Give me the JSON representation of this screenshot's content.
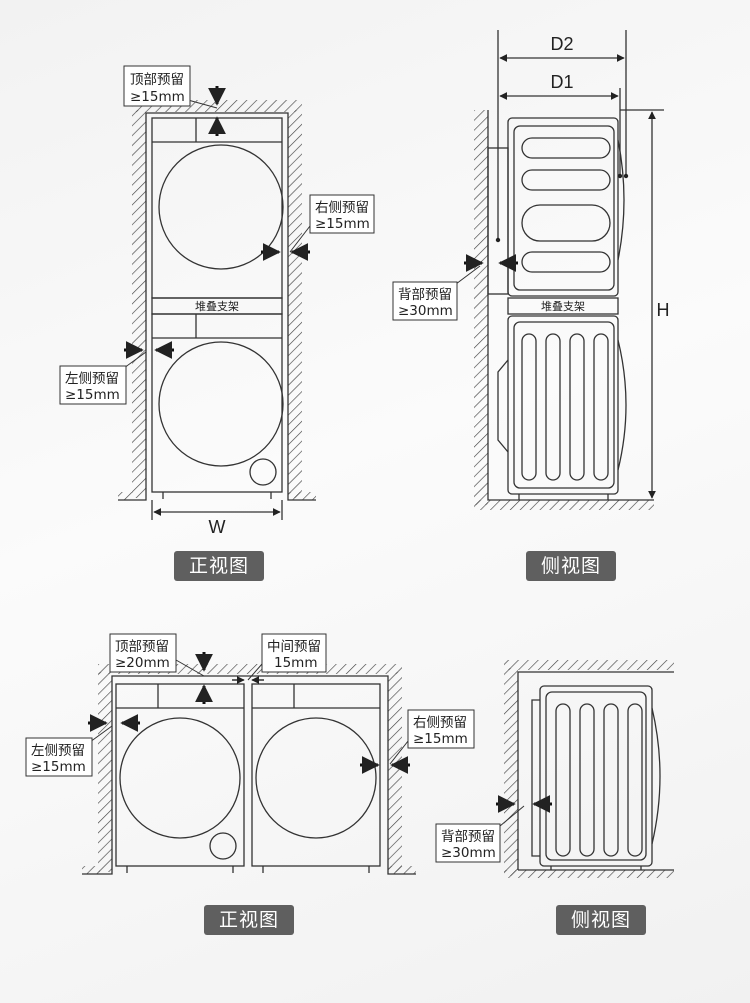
{
  "top_left": {
    "label_top": "顶部预留",
    "value_top": "≥15mm",
    "label_right": "右侧预留",
    "value_right": "≥15mm",
    "label_left": "左侧预留",
    "value_left": "≥15mm",
    "stack_rack": "堆叠支架",
    "dim_w": "W",
    "caption": "正视图"
  },
  "top_right": {
    "dim_d2": "D2",
    "dim_d1": "D1",
    "dim_h": "H",
    "label_back": "背部预留",
    "value_back": "≥30mm",
    "stack_rack": "堆叠支架",
    "caption": "侧视图"
  },
  "bottom_left": {
    "label_top": "顶部预留",
    "value_top": "≥20mm",
    "label_mid": "中间预留",
    "value_mid": "15mm",
    "label_left": "左侧预留",
    "value_left": "≥15mm",
    "label_right": "右侧预留",
    "value_right": "≥15mm",
    "caption": "正视图"
  },
  "bottom_right": {
    "label_back": "背部预留",
    "value_back": "≥30mm",
    "caption": "侧视图"
  },
  "colors": {
    "line": "#333333",
    "badge": "#5f5f5f"
  }
}
